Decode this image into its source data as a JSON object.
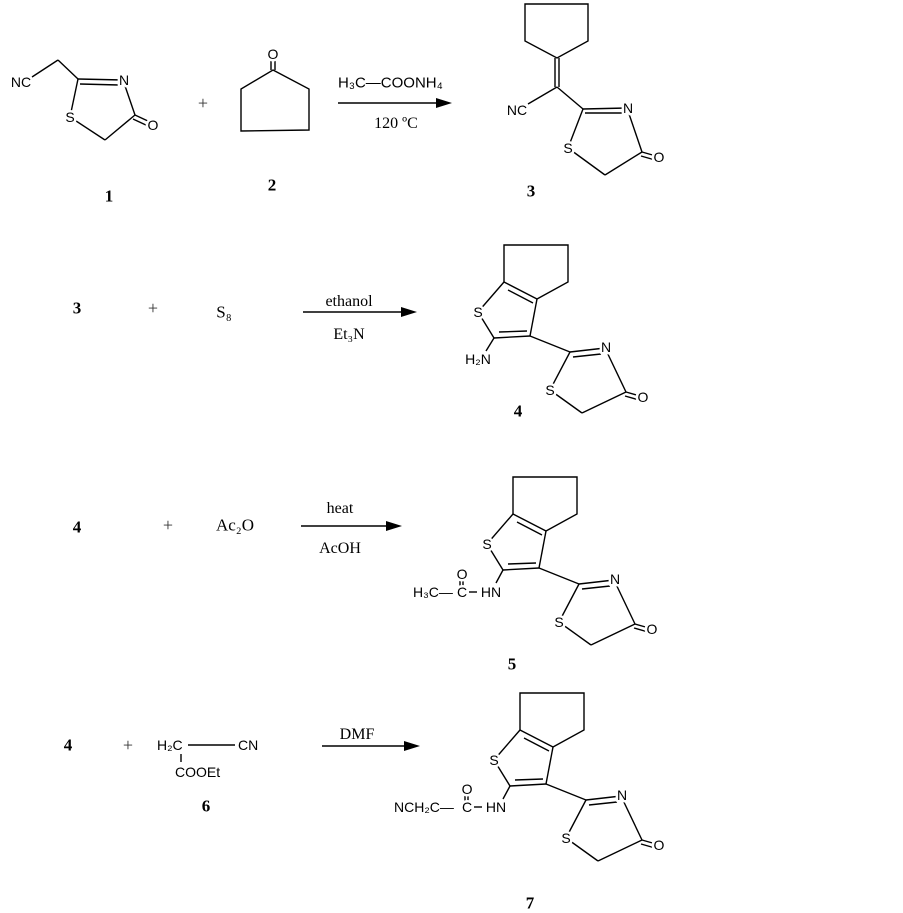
{
  "atoms": {
    "S": "S",
    "N": "N",
    "O": "O",
    "NC": "NC",
    "H2N": "H₂N",
    "HN": "HN",
    "C": "C"
  },
  "reaction1": {
    "compound1_label": "1",
    "compound2_label": "2",
    "compound3_label": "3",
    "plus": "+",
    "reagent": "H₃C—COONH₄",
    "condition": "120 ºC"
  },
  "reaction2": {
    "reactant_label": "3",
    "plus": "+",
    "reagent": "S₈",
    "above_arrow": "ethanol",
    "below_arrow": "Et₃N",
    "product_label": "4"
  },
  "reaction3": {
    "reactant_label": "4",
    "plus": "+",
    "reagent": "Ac₂O",
    "above_arrow": "heat",
    "below_arrow": "AcOH",
    "product_label": "5",
    "acyl_group": "H₃C—"
  },
  "reaction4": {
    "reactant_label": "4",
    "plus": "+",
    "compound6_top_left": "H₂C",
    "compound6_top_right": "CN",
    "compound6_bottom": "COOEt",
    "compound6_label": "6",
    "above_arrow": "DMF",
    "product_label": "7",
    "acyl_group": "NCH₂C—"
  }
}
